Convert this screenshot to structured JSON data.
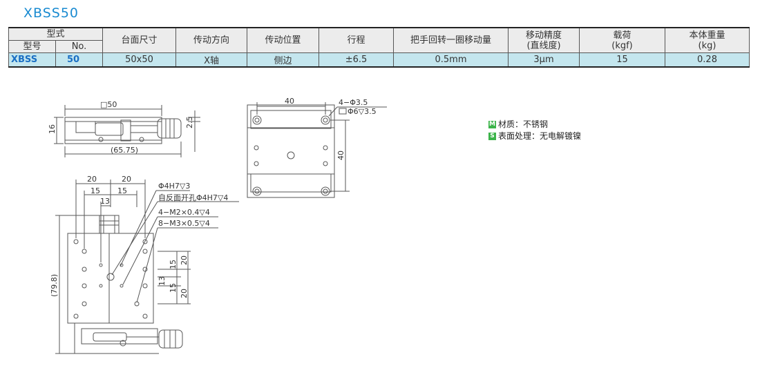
{
  "title": "XBSS50",
  "table": {
    "group_header": "型式",
    "sub_headers": [
      "型号",
      "No."
    ],
    "headers": [
      "台面尺寸",
      "传动方向",
      "传动位置",
      "行程",
      "把手回转一圈移动量"
    ],
    "accuracy_header": [
      "移动精度",
      "(直线度)"
    ],
    "load_header": [
      "载荷",
      "(kgf)"
    ],
    "weight_header": [
      "本体重量",
      "(kg)"
    ],
    "row": {
      "model": "XBSS",
      "no": "50",
      "table_size": "50x50",
      "direction": "X轴",
      "position": "侧边",
      "stroke": "±6.5",
      "per_turn": "0.5mm",
      "accuracy": "3μm",
      "load": "15",
      "weight": "0.28"
    }
  },
  "legend": {
    "material_tag": "M",
    "material": "材质：不锈钢",
    "surface_tag": "S",
    "surface": "表面处理：无电解镀镍"
  },
  "drawing": {
    "side": {
      "width": "□50",
      "height": "16",
      "offset": "2.5",
      "overall": "(65.75)"
    },
    "bottom": {
      "width": "40",
      "height": "40",
      "hole_note_1": "4−Φ3.5",
      "hole_note_2": "Φ6▽3.5"
    },
    "top": {
      "dim_20a": "20",
      "dim_20b": "20",
      "dim_15a": "15",
      "dim_15b": "15",
      "dim_13": "13",
      "note_1": "Φ4H7▽3",
      "note_2": "自反面开孔Φ4H7▽4",
      "note_3": "4−M2×0.4▽4",
      "note_4": "8−M3×0.5▽4",
      "right_20a": "20",
      "right_15a": "15",
      "right_13": "13",
      "right_15b": "15",
      "right_20b": "20",
      "overall": "(79.8)"
    }
  }
}
